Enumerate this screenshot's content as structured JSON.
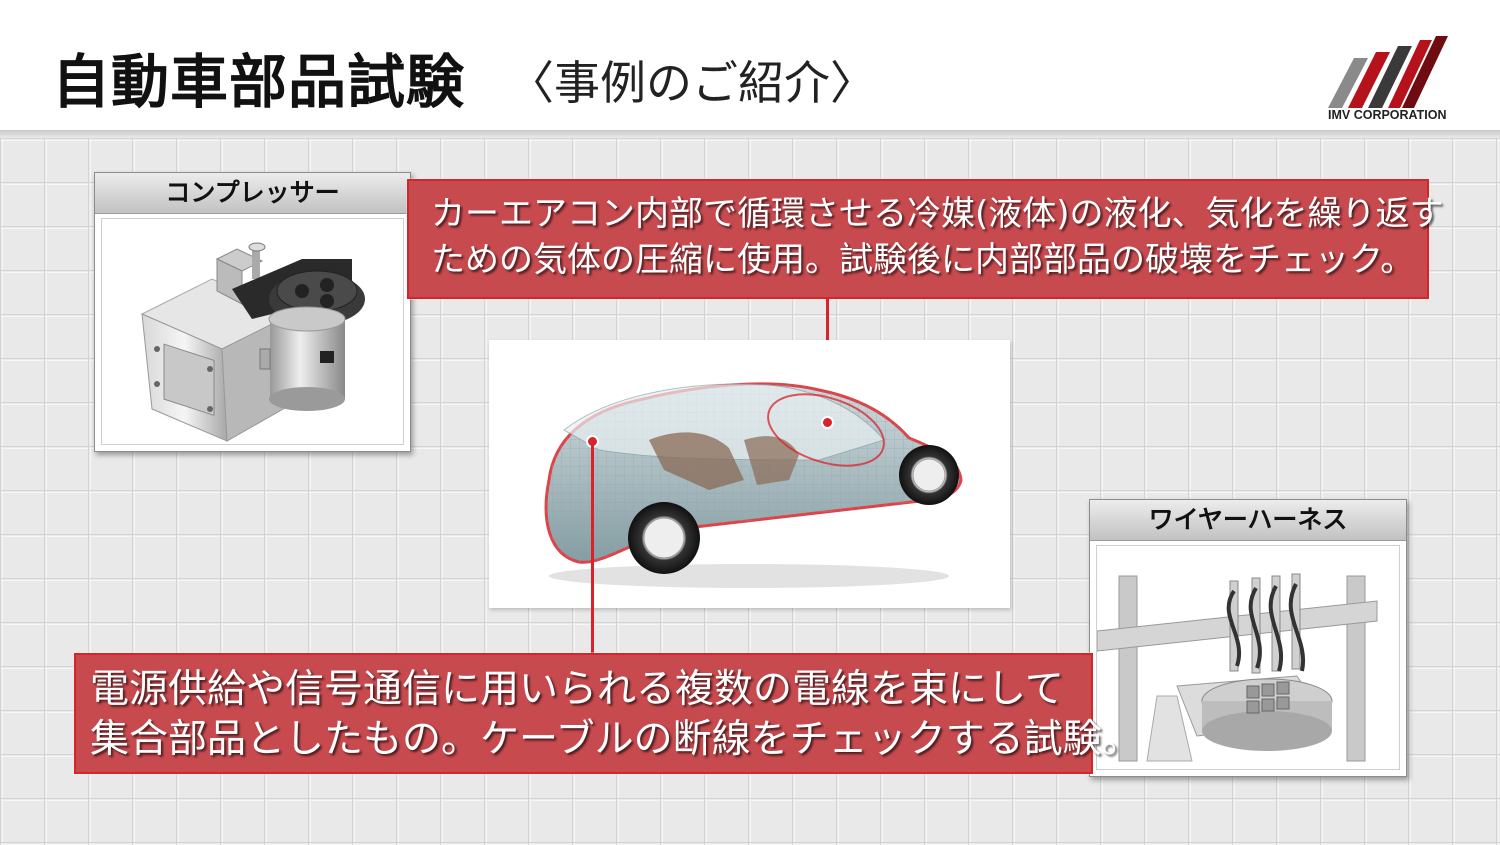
{
  "header": {
    "title": "自動車部品試験",
    "subtitle": "〈事例のご紹介〉",
    "company": "IMV CORPORATION"
  },
  "compressor_panel": {
    "label": "コンプレッサー"
  },
  "compressor_callout": {
    "line1": "カーエアコン内部で循環させる冷媒(液体)の液化、気化を繰り返す",
    "line2": "ための気体の圧縮に使用。試験後に内部部品の破壊をチェック。"
  },
  "harness_panel": {
    "label": "ワイヤーハーネス"
  },
  "harness_callout": {
    "line1": "電源供給や信号通信に用いられる複数の電線を束にして",
    "line2": "集合部品としたもの。ケーブルの断線をチェックする試験。"
  },
  "colors": {
    "accent_red": "#d8232a",
    "callout_fill": "#c74a4f",
    "logo_red": "#b5121b"
  }
}
